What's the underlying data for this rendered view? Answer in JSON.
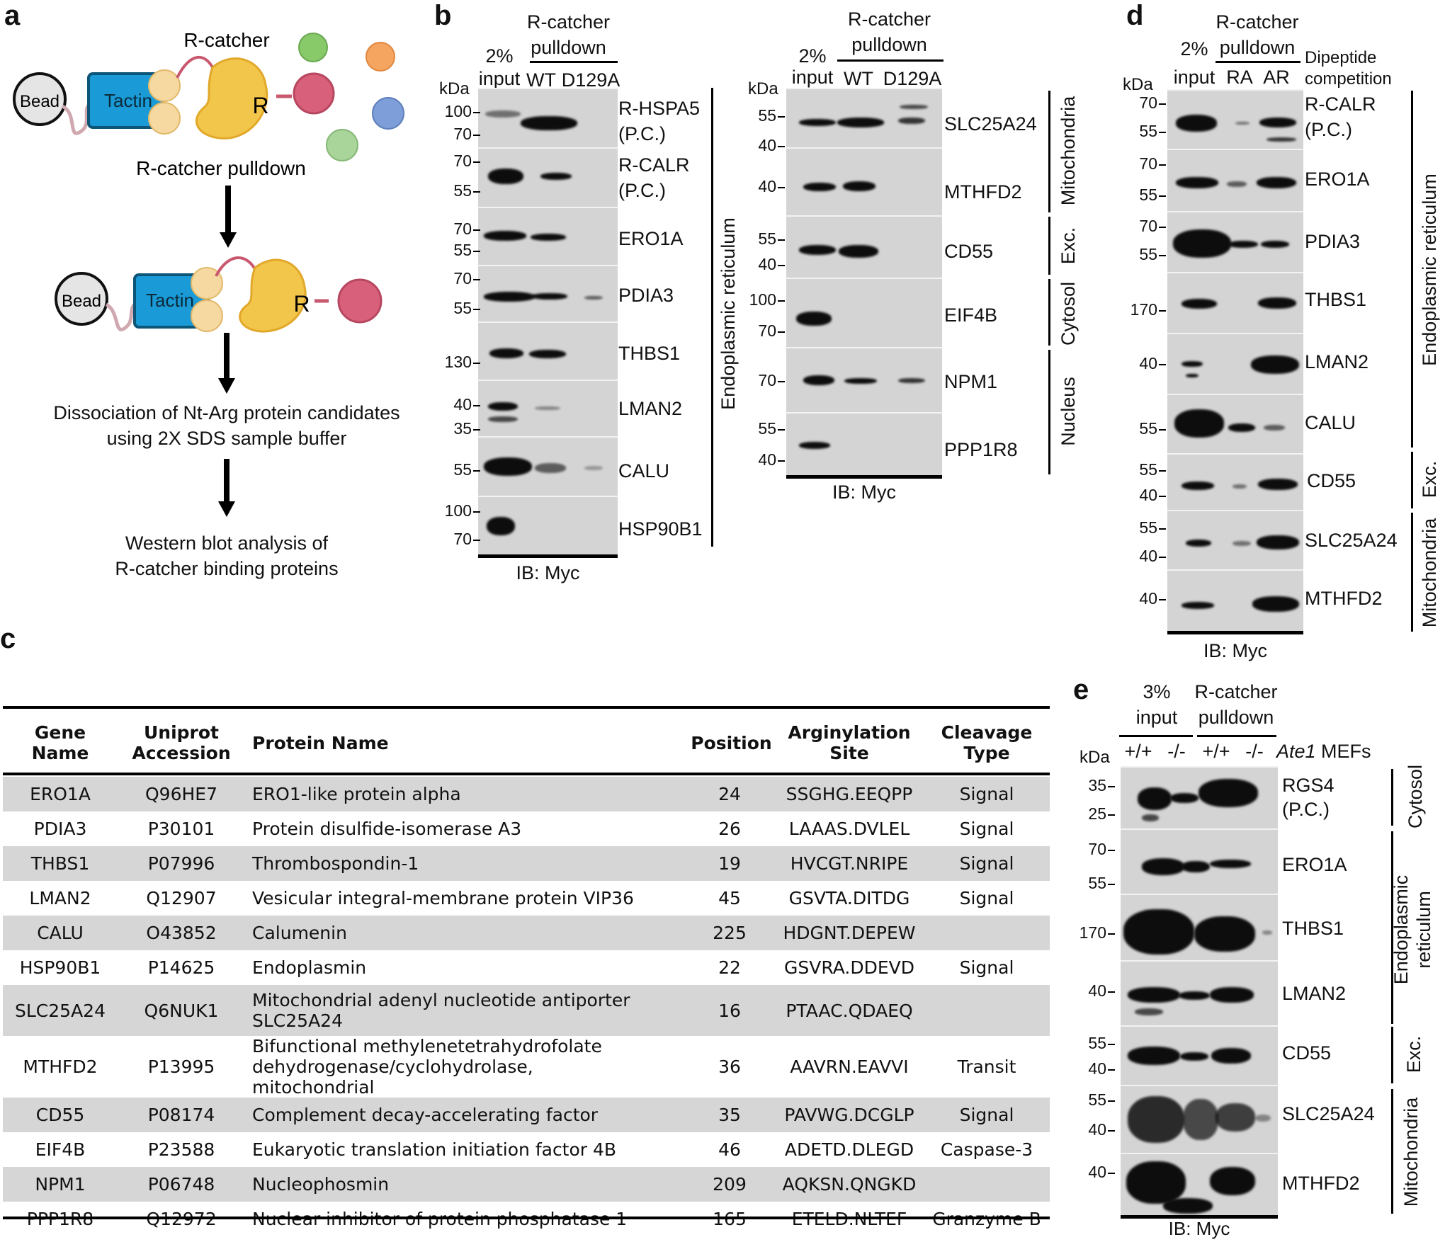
{
  "panel_labels": {
    "a": "a",
    "b": "b",
    "c": "c",
    "d": "d",
    "e": "e"
  },
  "panel_a": {
    "bead": "Bead",
    "tactin": "Tactin",
    "r_catcher": "R-catcher",
    "r_letter": "R",
    "pulldown": "R-catcher pulldown",
    "step2_line1": "Dissociation of Nt-Arg protein candidates",
    "step2_line2": "using 2X SDS sample buffer",
    "step3_line1": "Western blot analysis of",
    "step3_line2": "R-catcher binding proteins"
  },
  "panel_b": {
    "input_pct": "2%",
    "input": "input",
    "catcher_line1": "R-catcher",
    "catcher_line2": "pulldown",
    "wt": "WT",
    "mut": "D129A",
    "kda": "kDa",
    "ib": "IB: Myc",
    "left_blots": [
      {
        "name": "R-HSPA5",
        "name2": "(P.C.)",
        "markers": [
          "100",
          "70"
        ]
      },
      {
        "name": "R-CALR",
        "name2": "(P.C.)",
        "markers": [
          "70",
          "55"
        ]
      },
      {
        "name": "ERO1A",
        "name2": "",
        "markers": [
          "70",
          "55"
        ]
      },
      {
        "name": "PDIA3",
        "name2": "",
        "markers": [
          "70",
          "55"
        ]
      },
      {
        "name": "THBS1",
        "name2": "",
        "markers": [
          "130"
        ]
      },
      {
        "name": "LMAN2",
        "name2": "",
        "markers": [
          "40",
          "35"
        ]
      },
      {
        "name": "CALU",
        "name2": "",
        "markers": [
          "55"
        ]
      },
      {
        "name": "HSP90B1",
        "name2": "",
        "markers": [
          "100",
          "70"
        ]
      }
    ],
    "left_group": "Endoplasmic reticulum",
    "right_blots": [
      {
        "name": "SLC25A24",
        "markers": [
          "55",
          "40"
        ]
      },
      {
        "name": "MTHFD2",
        "markers": [
          "40"
        ]
      },
      {
        "name": "CD55",
        "markers": [
          "55",
          "40"
        ]
      },
      {
        "name": "EIF4B",
        "markers": [
          "100",
          "70"
        ]
      },
      {
        "name": "NPM1",
        "markers": [
          "70"
        ]
      },
      {
        "name": "PPP1R8",
        "markers": [
          "55",
          "40"
        ]
      }
    ],
    "right_groups": [
      "Mitochondria",
      "Exc.",
      "Cytosol",
      "Nucleus"
    ]
  },
  "panel_c": {
    "headers": [
      "Gene\nName",
      "Uniprot\nAccession",
      "Protein Name",
      "Position",
      "Arginylation\nSite",
      "Cleavage\nType"
    ],
    "header_gene_1": "Gene",
    "header_gene_2": "Name",
    "header_uni_1": "Uniprot",
    "header_uni_2": "Accession",
    "header_protein": "Protein Name",
    "header_pos": "Position",
    "header_site_1": "Arginylation",
    "header_site_2": "Site",
    "header_clv_1": "Cleavage",
    "header_clv_2": "Type",
    "rows": [
      {
        "gene": "ERO1A",
        "acc": "Q96HE7",
        "protein": "ERO1-like protein alpha",
        "protein2": "",
        "pos": "24",
        "site": "SSGHG.EEQPP",
        "type": "Signal"
      },
      {
        "gene": "PDIA3",
        "acc": "P30101",
        "protein": "Protein disulfide-isomerase A3",
        "protein2": "",
        "pos": "26",
        "site": "LAAAS.DVLEL",
        "type": "Signal"
      },
      {
        "gene": "THBS1",
        "acc": "P07996",
        "protein": "Thrombospondin-1",
        "protein2": "",
        "pos": "19",
        "site": "HVCGT.NRIPE",
        "type": "Signal"
      },
      {
        "gene": "LMAN2",
        "acc": "Q12907",
        "protein": "Vesicular integral-membrane protein VIP36",
        "protein2": "",
        "pos": "45",
        "site": "GSVTA.DITDG",
        "type": "Signal"
      },
      {
        "gene": "CALU",
        "acc": "O43852",
        "protein": "Calumenin",
        "protein2": "",
        "pos": "225",
        "site": "HDGNT.DEPEW",
        "type": ""
      },
      {
        "gene": "HSP90B1",
        "acc": "P14625",
        "protein": "Endoplasmin",
        "protein2": "",
        "pos": "22",
        "site": "GSVRA.DDEVD",
        "type": "Signal"
      },
      {
        "gene": "SLC25A24",
        "acc": "Q6NUK1",
        "protein": "Mitochondrial adenyl nucleotide antiporter",
        "protein2": "SLC25A24",
        "pos": "16",
        "site": "PTAAC.QDAEQ",
        "type": ""
      },
      {
        "gene": "MTHFD2",
        "acc": "P13995",
        "protein": "Bifunctional methylenetetrahydrofolate",
        "protein2": "dehydrogenase/cyclohydrolase, mitochondrial",
        "pos": "36",
        "site": "AAVRN.EAVVI",
        "type": "Transit"
      },
      {
        "gene": "CD55",
        "acc": "P08174",
        "protein": "Complement decay-accelerating factor",
        "protein2": "",
        "pos": "35",
        "site": "PAVWG.DCGLP",
        "type": "Signal"
      },
      {
        "gene": "EIF4B",
        "acc": "P23588",
        "protein": "Eukaryotic translation initiation factor 4B",
        "protein2": "",
        "pos": "46",
        "site": "ADETD.DLEGD",
        "type": "Caspase-3"
      },
      {
        "gene": "NPM1",
        "acc": "P06748",
        "protein": "Nucleophosmin",
        "protein2": "",
        "pos": "209",
        "site": "AQKSN.QNGKD",
        "type": ""
      },
      {
        "gene": "PPP1R8",
        "acc": "Q12972",
        "protein": "Nuclear inhibitor of protein phosphatase 1",
        "protein2": "",
        "pos": "165",
        "site": "ETELD.NLTEF",
        "type": "Granzyme B"
      }
    ]
  },
  "panel_d": {
    "catcher_line1": "R-catcher",
    "input_pct": "2%",
    "catcher_line2": "pulldown",
    "dipeptide_1": "Dipeptide",
    "dipeptide_2": "competition",
    "kda": "kDa",
    "input": "input",
    "ra": "RA",
    "ar": "AR",
    "ib": "IB: Myc",
    "blots": [
      {
        "name": "R-CALR",
        "name2": "(P.C.)",
        "markers": [
          "70",
          "55"
        ]
      },
      {
        "name": "ERO1A",
        "name2": "",
        "markers": [
          "70",
          "55"
        ]
      },
      {
        "name": "PDIA3",
        "name2": "",
        "markers": [
          "70",
          "55"
        ]
      },
      {
        "name": "THBS1",
        "name2": "",
        "markers": [
          "170"
        ]
      },
      {
        "name": "LMAN2",
        "name2": "",
        "markers": [
          "40"
        ]
      },
      {
        "name": "CALU",
        "name2": "",
        "markers": [
          "55"
        ]
      },
      {
        "name": "CD55",
        "name2": "",
        "markers": [
          "55",
          "40"
        ]
      },
      {
        "name": "SLC25A24",
        "name2": "",
        "markers": [
          "55",
          "40"
        ]
      },
      {
        "name": "MTHFD2",
        "name2": "",
        "markers": [
          "40"
        ]
      }
    ],
    "groups": [
      "Endoplasmic reticulum",
      "Exc.",
      "Mitochondria"
    ]
  },
  "panel_e": {
    "input_pct": "3%",
    "input": "input",
    "catcher_line1": "R-catcher",
    "catcher_line2": "pulldown",
    "kda": "kDa",
    "wt": "+/+",
    "ko": "-/-",
    "ate1": "Ate1",
    "mefs": " MEFs",
    "ib": "IB: Myc",
    "blots": [
      {
        "name": "RGS4",
        "name2": "(P.C.)",
        "markers": [
          "35",
          "25"
        ]
      },
      {
        "name": "ERO1A",
        "name2": "",
        "markers": [
          "70",
          "55"
        ]
      },
      {
        "name": "THBS1",
        "name2": "",
        "markers": [
          "170"
        ]
      },
      {
        "name": "LMAN2",
        "name2": "",
        "markers": [
          "40"
        ]
      },
      {
        "name": "CD55",
        "name2": "",
        "markers": [
          "55",
          "40"
        ]
      },
      {
        "name": "SLC25A24",
        "name2": "",
        "markers": [
          "55",
          "40"
        ]
      },
      {
        "name": "MTHFD2",
        "name2": "",
        "markers": [
          "40"
        ]
      }
    ],
    "groups": [
      "Cytosol",
      "Endoplasmic\nreticulum",
      "Exc.",
      "Mitochondria"
    ],
    "group_er_1": "Endoplasmic",
    "group_er_2": "reticulum"
  }
}
